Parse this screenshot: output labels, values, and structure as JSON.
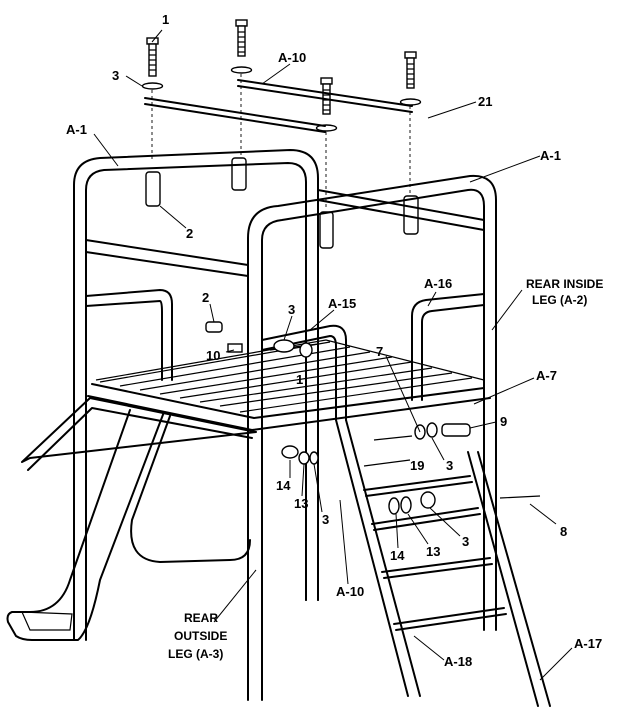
{
  "labels": {
    "p1_top": "1",
    "p3_top": "3",
    "a10_top": "A-10",
    "p21": "21",
    "a1_left": "A-1",
    "a1_right": "A-1",
    "p2_upper": "2",
    "rear_inside_1": "REAR INSIDE",
    "rear_inside_2": "LEG (A-2)",
    "a16": "A-16",
    "p2_mid": "2",
    "p3_mid": "3",
    "a15": "A-15",
    "p10": "10",
    "p1_deck": "1",
    "p7": "7",
    "a7": "A-7",
    "p9": "9",
    "p3_c": "3",
    "p19": "19",
    "p14_a": "14",
    "p13_a": "13",
    "p3_d": "3",
    "p8": "8",
    "p14_b": "14",
    "p13_b": "13",
    "p3_e": "3",
    "a10_bottom": "A-10",
    "rear_outside_1": "REAR",
    "rear_outside_2": "OUTSIDE",
    "rear_outside_3": "LEG (A-3)",
    "a18": "A-18",
    "a17": "A-17"
  }
}
